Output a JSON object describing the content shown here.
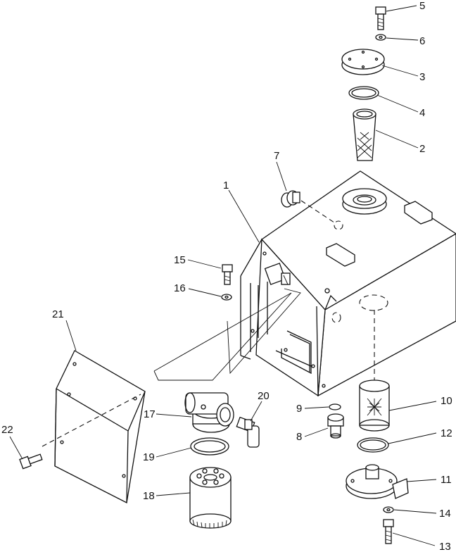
{
  "callouts": [
    {
      "id": "c1",
      "label": "1"
    },
    {
      "id": "c2",
      "label": "2"
    },
    {
      "id": "c3",
      "label": "3"
    },
    {
      "id": "c4",
      "label": "4"
    },
    {
      "id": "c5",
      "label": "5"
    },
    {
      "id": "c6",
      "label": "6"
    },
    {
      "id": "c7",
      "label": "7"
    },
    {
      "id": "c8",
      "label": "8"
    },
    {
      "id": "c9",
      "label": "9"
    },
    {
      "id": "c10",
      "label": "10"
    },
    {
      "id": "c11",
      "label": "11"
    },
    {
      "id": "c12",
      "label": "12"
    },
    {
      "id": "c13",
      "label": "13"
    },
    {
      "id": "c14",
      "label": "14"
    },
    {
      "id": "c15",
      "label": "15"
    },
    {
      "id": "c16",
      "label": "16"
    },
    {
      "id": "c17",
      "label": "17"
    },
    {
      "id": "c18",
      "label": "18"
    },
    {
      "id": "c19",
      "label": "19"
    },
    {
      "id": "c20",
      "label": "20"
    },
    {
      "id": "c21",
      "label": "21"
    },
    {
      "id": "c22",
      "label": "22"
    }
  ]
}
